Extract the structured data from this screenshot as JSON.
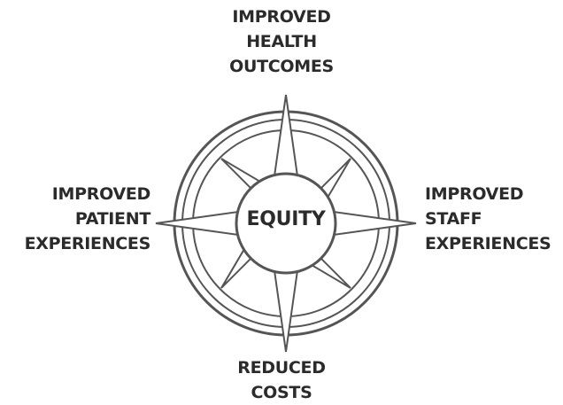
{
  "diagram": {
    "center_label": "EQUITY",
    "outcomes": {
      "top": [
        "IMPROVED",
        "HEALTH",
        "OUTCOMES"
      ],
      "left": [
        "IMPROVED",
        "PATIENT",
        "EXPERIENCES"
      ],
      "right": [
        "IMPROVED",
        "STAFF",
        "EXPERIENCES"
      ],
      "bottom": [
        "REDUCED",
        "COSTS"
      ]
    },
    "colors": {
      "stroke": "#555555",
      "fill": "#ffffff",
      "text": "#2b2b2b"
    }
  }
}
